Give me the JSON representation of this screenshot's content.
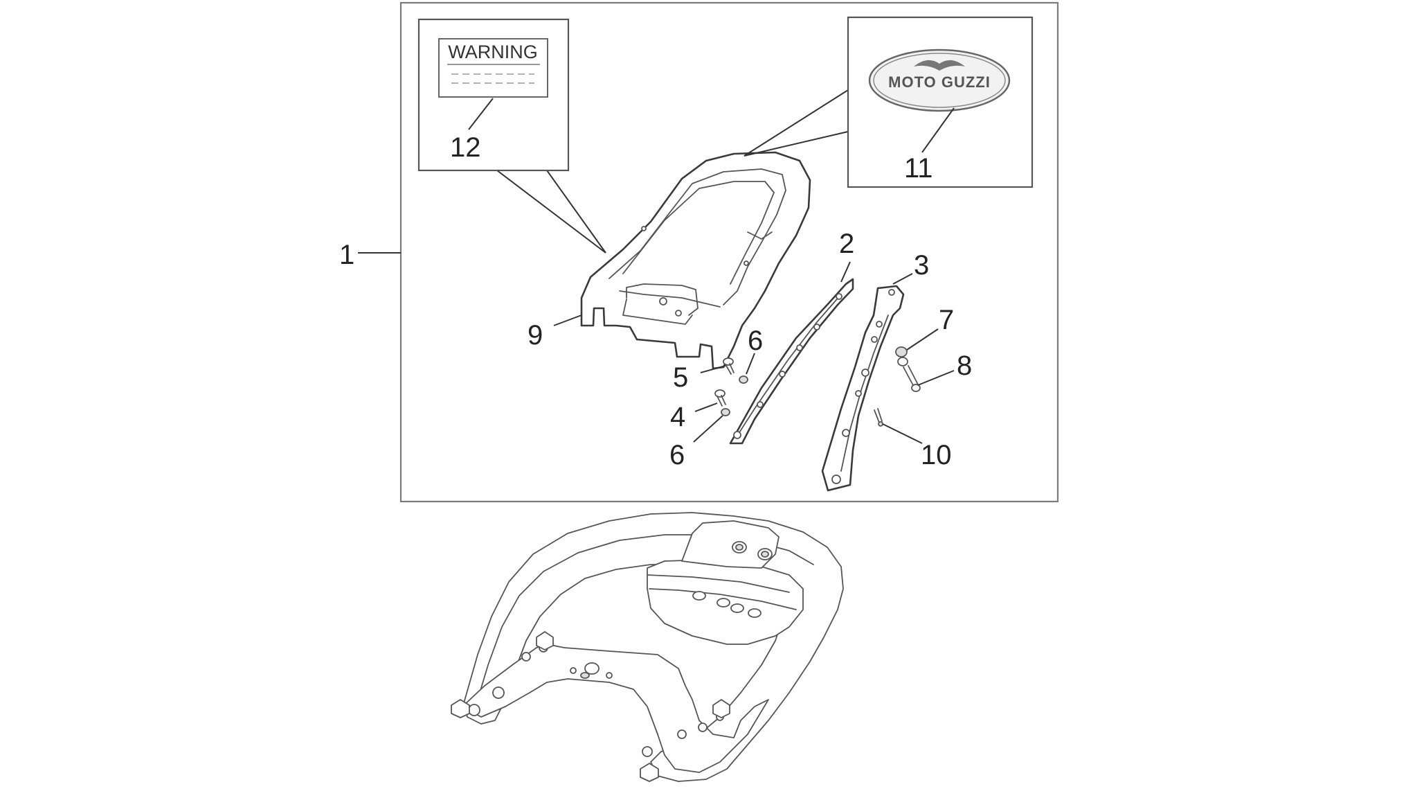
{
  "diagram": {
    "warning_label": {
      "text": "WARNING"
    },
    "logo": {
      "text": "MOTO GUZZI"
    },
    "callouts": {
      "p1": "1",
      "p2": "2",
      "p3": "3",
      "p4": "4",
      "p5": "5",
      "p6a": "6",
      "p6b": "6",
      "p7": "7",
      "p8": "8",
      "p9": "9",
      "p10": "10",
      "p11": "11",
      "p12": "12"
    }
  }
}
